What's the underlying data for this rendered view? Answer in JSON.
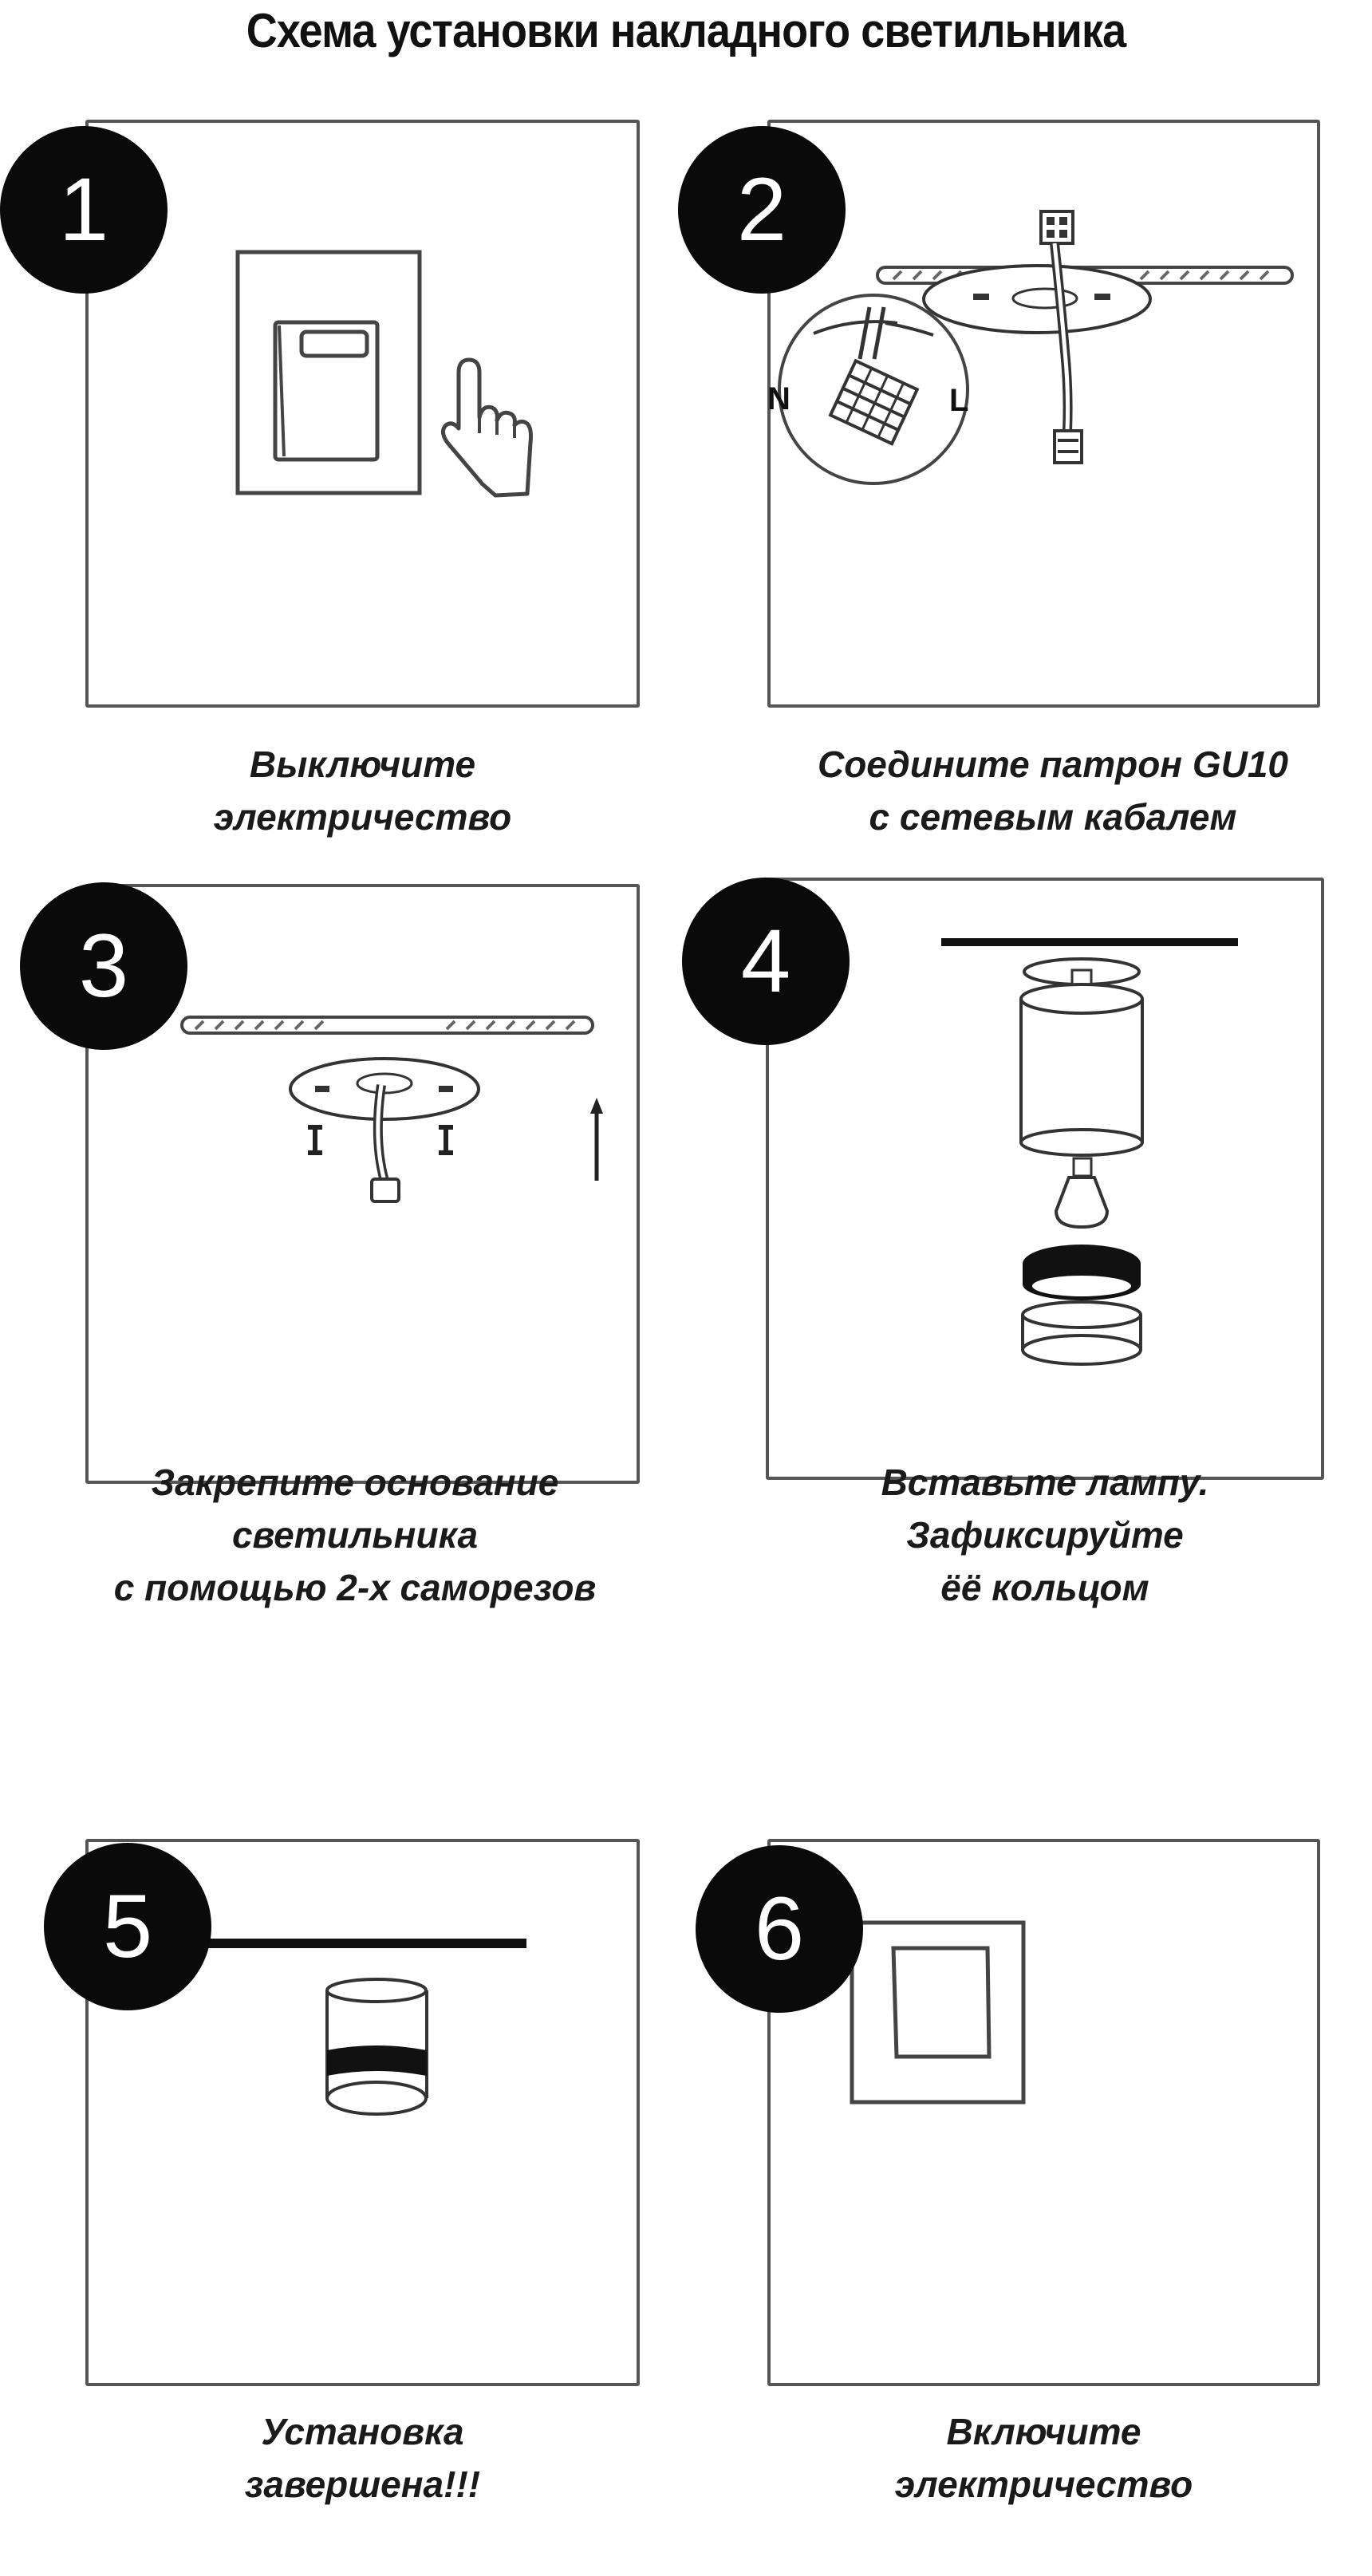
{
  "title": "Схема установки накладного светильника",
  "steps": [
    {
      "number": "1",
      "caption": [
        "Выключите",
        "электричество"
      ],
      "illustration": "light-switch-off-with-hand"
    },
    {
      "number": "2",
      "caption": [
        "Соедините патрон GU10",
        "с сетевым кабалем"
      ],
      "illustration": "wiring-connection",
      "labels": {
        "neutral": "N",
        "live": "L"
      }
    },
    {
      "number": "3",
      "caption": [
        "Закрепите основание",
        "светильника",
        "с помощью 2-х саморезов"
      ],
      "illustration": "mount-base-with-screws"
    },
    {
      "number": "4",
      "caption": [
        "Вставьте лампу.",
        "Зафиксируйте",
        "ёё кольцом"
      ],
      "illustration": "insert-lamp-and-ring"
    },
    {
      "number": "5",
      "caption": [
        "Установка",
        "завершена!!!"
      ],
      "illustration": "installed-luminaire"
    },
    {
      "number": "6",
      "caption": [
        "Включите",
        "электричество"
      ],
      "illustration": "light-switch-on"
    }
  ],
  "colors": {
    "badge": "#0a0a0a",
    "border": "#555555",
    "text": "#1a1a1a",
    "background": "#ffffff"
  }
}
